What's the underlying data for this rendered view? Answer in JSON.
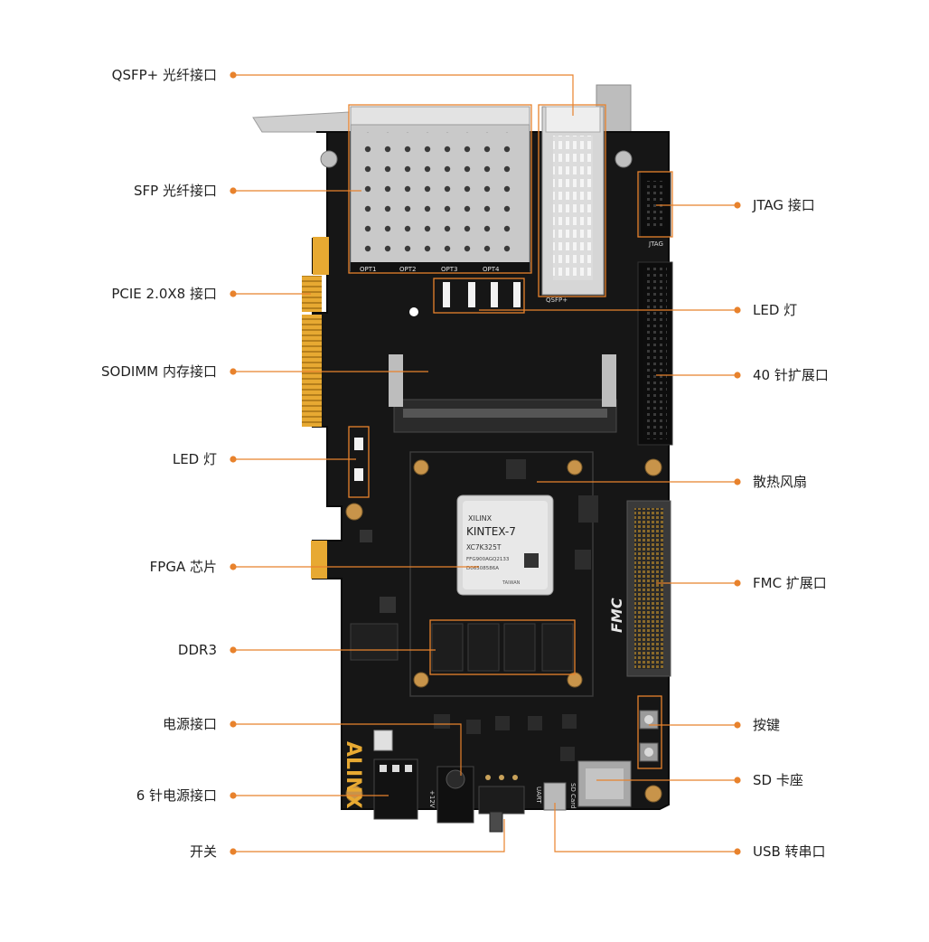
{
  "colors": {
    "accent": "#e8822c",
    "board": "#161616",
    "board_edge": "#0c0c0c",
    "gold": "#e7a932",
    "metal": "#c9c9c9",
    "text": "#222222"
  },
  "board": {
    "brand": "ALINX",
    "fmc_logo": "FMC",
    "chip": {
      "line1": "XILINX",
      "line2": "KINTEX-7",
      "line3": "XC7K325T",
      "line4": "FFG900AGQ2133",
      "line5": "D06508586A",
      "line6": "TAIWAN"
    },
    "port_labels": [
      "OPT1",
      "OPT2",
      "OPT3",
      "OPT4"
    ],
    "qsfp_silk": "QSFP+",
    "jtag_silk": "JTAG",
    "uart_silk": "UART",
    "sd_silk": "SD Card",
    "power_silk": "+12V"
  },
  "callouts_left": [
    {
      "id": "qsfp",
      "text": "QSFP+ 光纤接口"
    },
    {
      "id": "sfp",
      "text": "SFP 光纤接口"
    },
    {
      "id": "pcie",
      "text": "PCIE 2.0X8 接口"
    },
    {
      "id": "sodimm",
      "text": "SODIMM 内存接口"
    },
    {
      "id": "led-left",
      "text": "LED 灯"
    },
    {
      "id": "fpga",
      "text": "FPGA 芯片"
    },
    {
      "id": "ddr3",
      "text": "DDR3"
    },
    {
      "id": "power",
      "text": "电源接口"
    },
    {
      "id": "power6",
      "text": "6 针电源接口"
    },
    {
      "id": "switch",
      "text": "开关"
    }
  ],
  "callouts_right": [
    {
      "id": "jtag",
      "text": "JTAG 接口"
    },
    {
      "id": "led-right",
      "text": "LED 灯"
    },
    {
      "id": "ext40",
      "text": "40 针扩展口"
    },
    {
      "id": "fan",
      "text": "散热风扇"
    },
    {
      "id": "fmc",
      "text": "FMC 扩展口"
    },
    {
      "id": "key",
      "text": "按键"
    },
    {
      "id": "sd",
      "text": "SD 卡座"
    },
    {
      "id": "usb",
      "text": "USB 转串口"
    }
  ]
}
